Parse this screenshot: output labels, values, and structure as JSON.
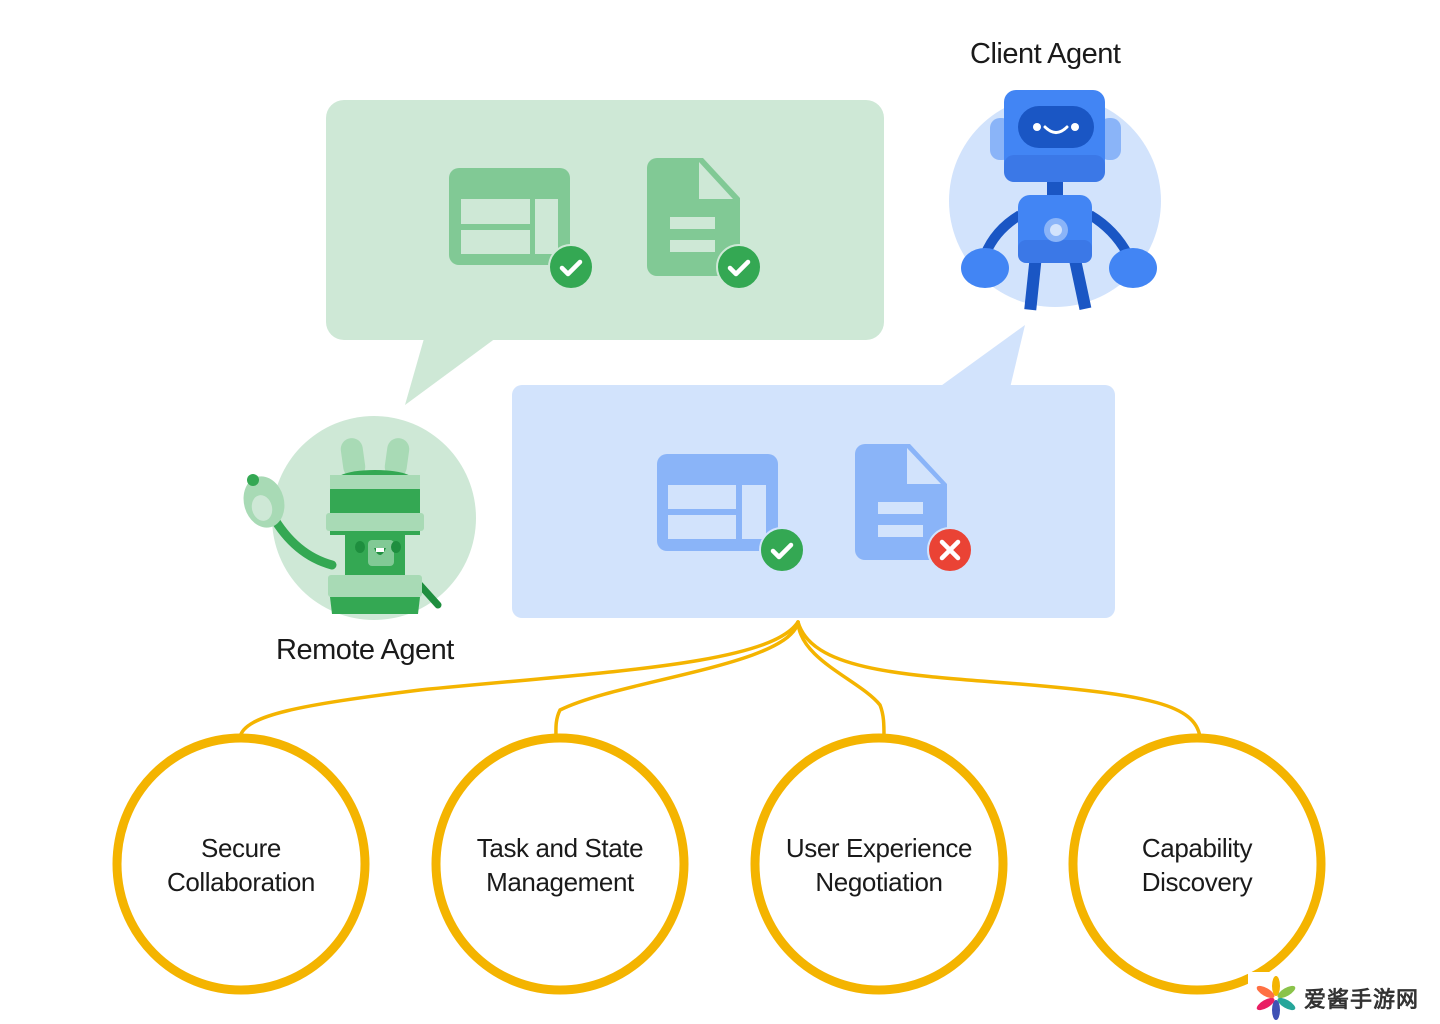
{
  "diagram": {
    "agents": {
      "client": {
        "label": "Client Agent",
        "icon": "blue-robot-icon"
      },
      "remote": {
        "label": "Remote Agent",
        "icon": "green-robot-icon"
      }
    },
    "bubbles": {
      "remote_response": {
        "speaker": "Remote Agent",
        "items": [
          {
            "icon": "layout-icon",
            "status": "accepted",
            "badge_icon": "check-icon"
          },
          {
            "icon": "document-icon",
            "status": "accepted",
            "badge_icon": "check-icon"
          }
        ]
      },
      "client_request": {
        "speaker": "Client Agent",
        "items": [
          {
            "icon": "layout-icon",
            "status": "accepted",
            "badge_icon": "check-icon"
          },
          {
            "icon": "document-icon",
            "status": "rejected",
            "badge_icon": "x-icon"
          }
        ]
      }
    },
    "capabilities": [
      {
        "line1": "Secure",
        "line2": "Collaboration"
      },
      {
        "line1": "Task and State",
        "line2": "Management"
      },
      {
        "line1": "User Experience",
        "line2": "Negotiation"
      },
      {
        "line1": "Capability",
        "line2": "Discovery"
      }
    ],
    "colors": {
      "green_bubble": "#cee8d6",
      "green_icon": "#81c995",
      "blue_bubble": "#d2e3fc",
      "blue_icon": "#8ab4f8",
      "check_badge": "#34a853",
      "error_badge": "#ea4335",
      "connector": "#f4b400",
      "client_circle": "#d2e3fc",
      "remote_circle": "#cee8d6"
    }
  },
  "watermark": {
    "text": "爱酱手游网",
    "icon": "pinwheel-logo-icon"
  }
}
